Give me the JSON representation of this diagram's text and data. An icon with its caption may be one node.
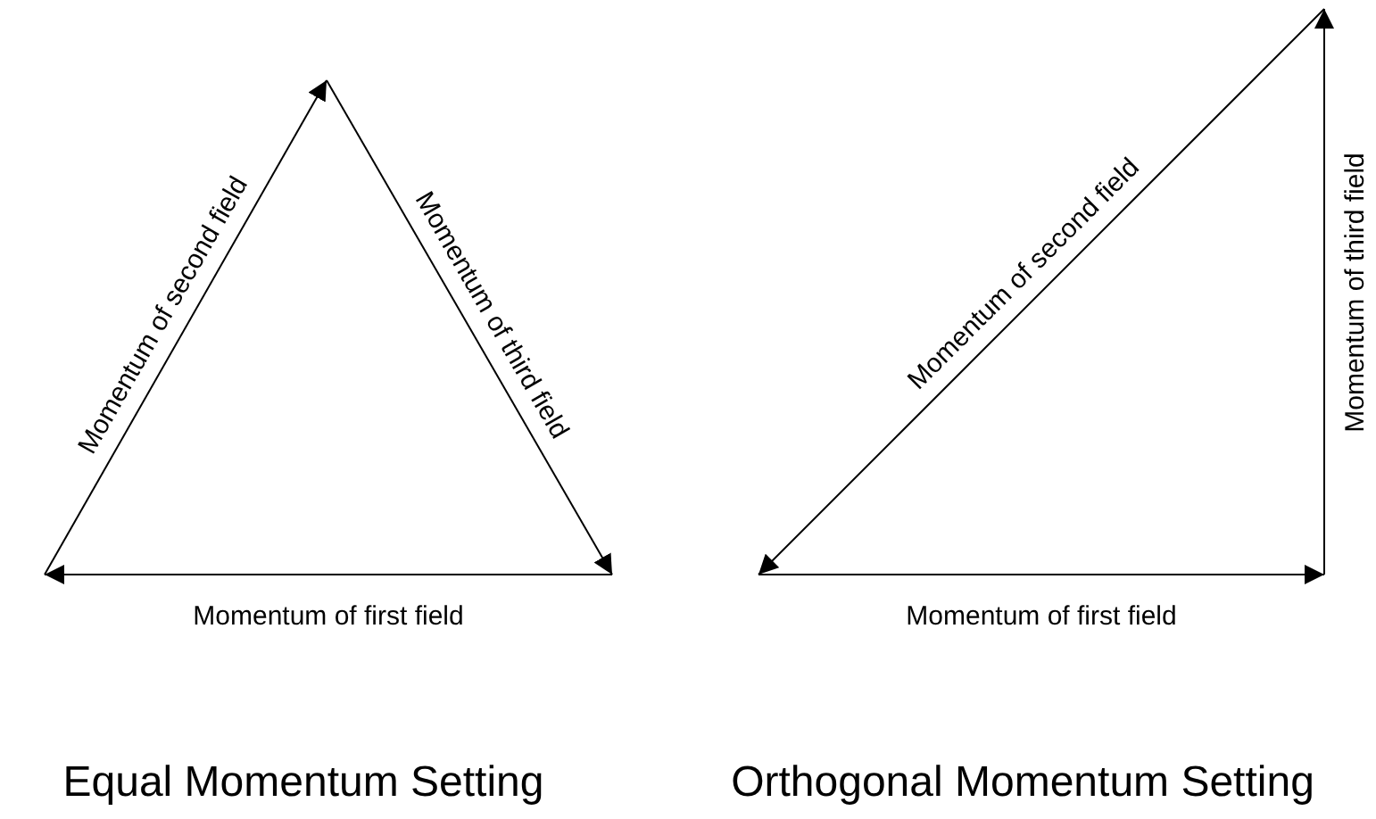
{
  "diagram": {
    "labels": [
      "Momentum of second field",
      "Momentum of third field",
      "Momentum of first field",
      "Momentum of second field",
      "Momentum of third field",
      "Momentum of first field",
      "Equal Momentum Setting",
      "Orthogonal Momentum Setting"
    ]
  }
}
